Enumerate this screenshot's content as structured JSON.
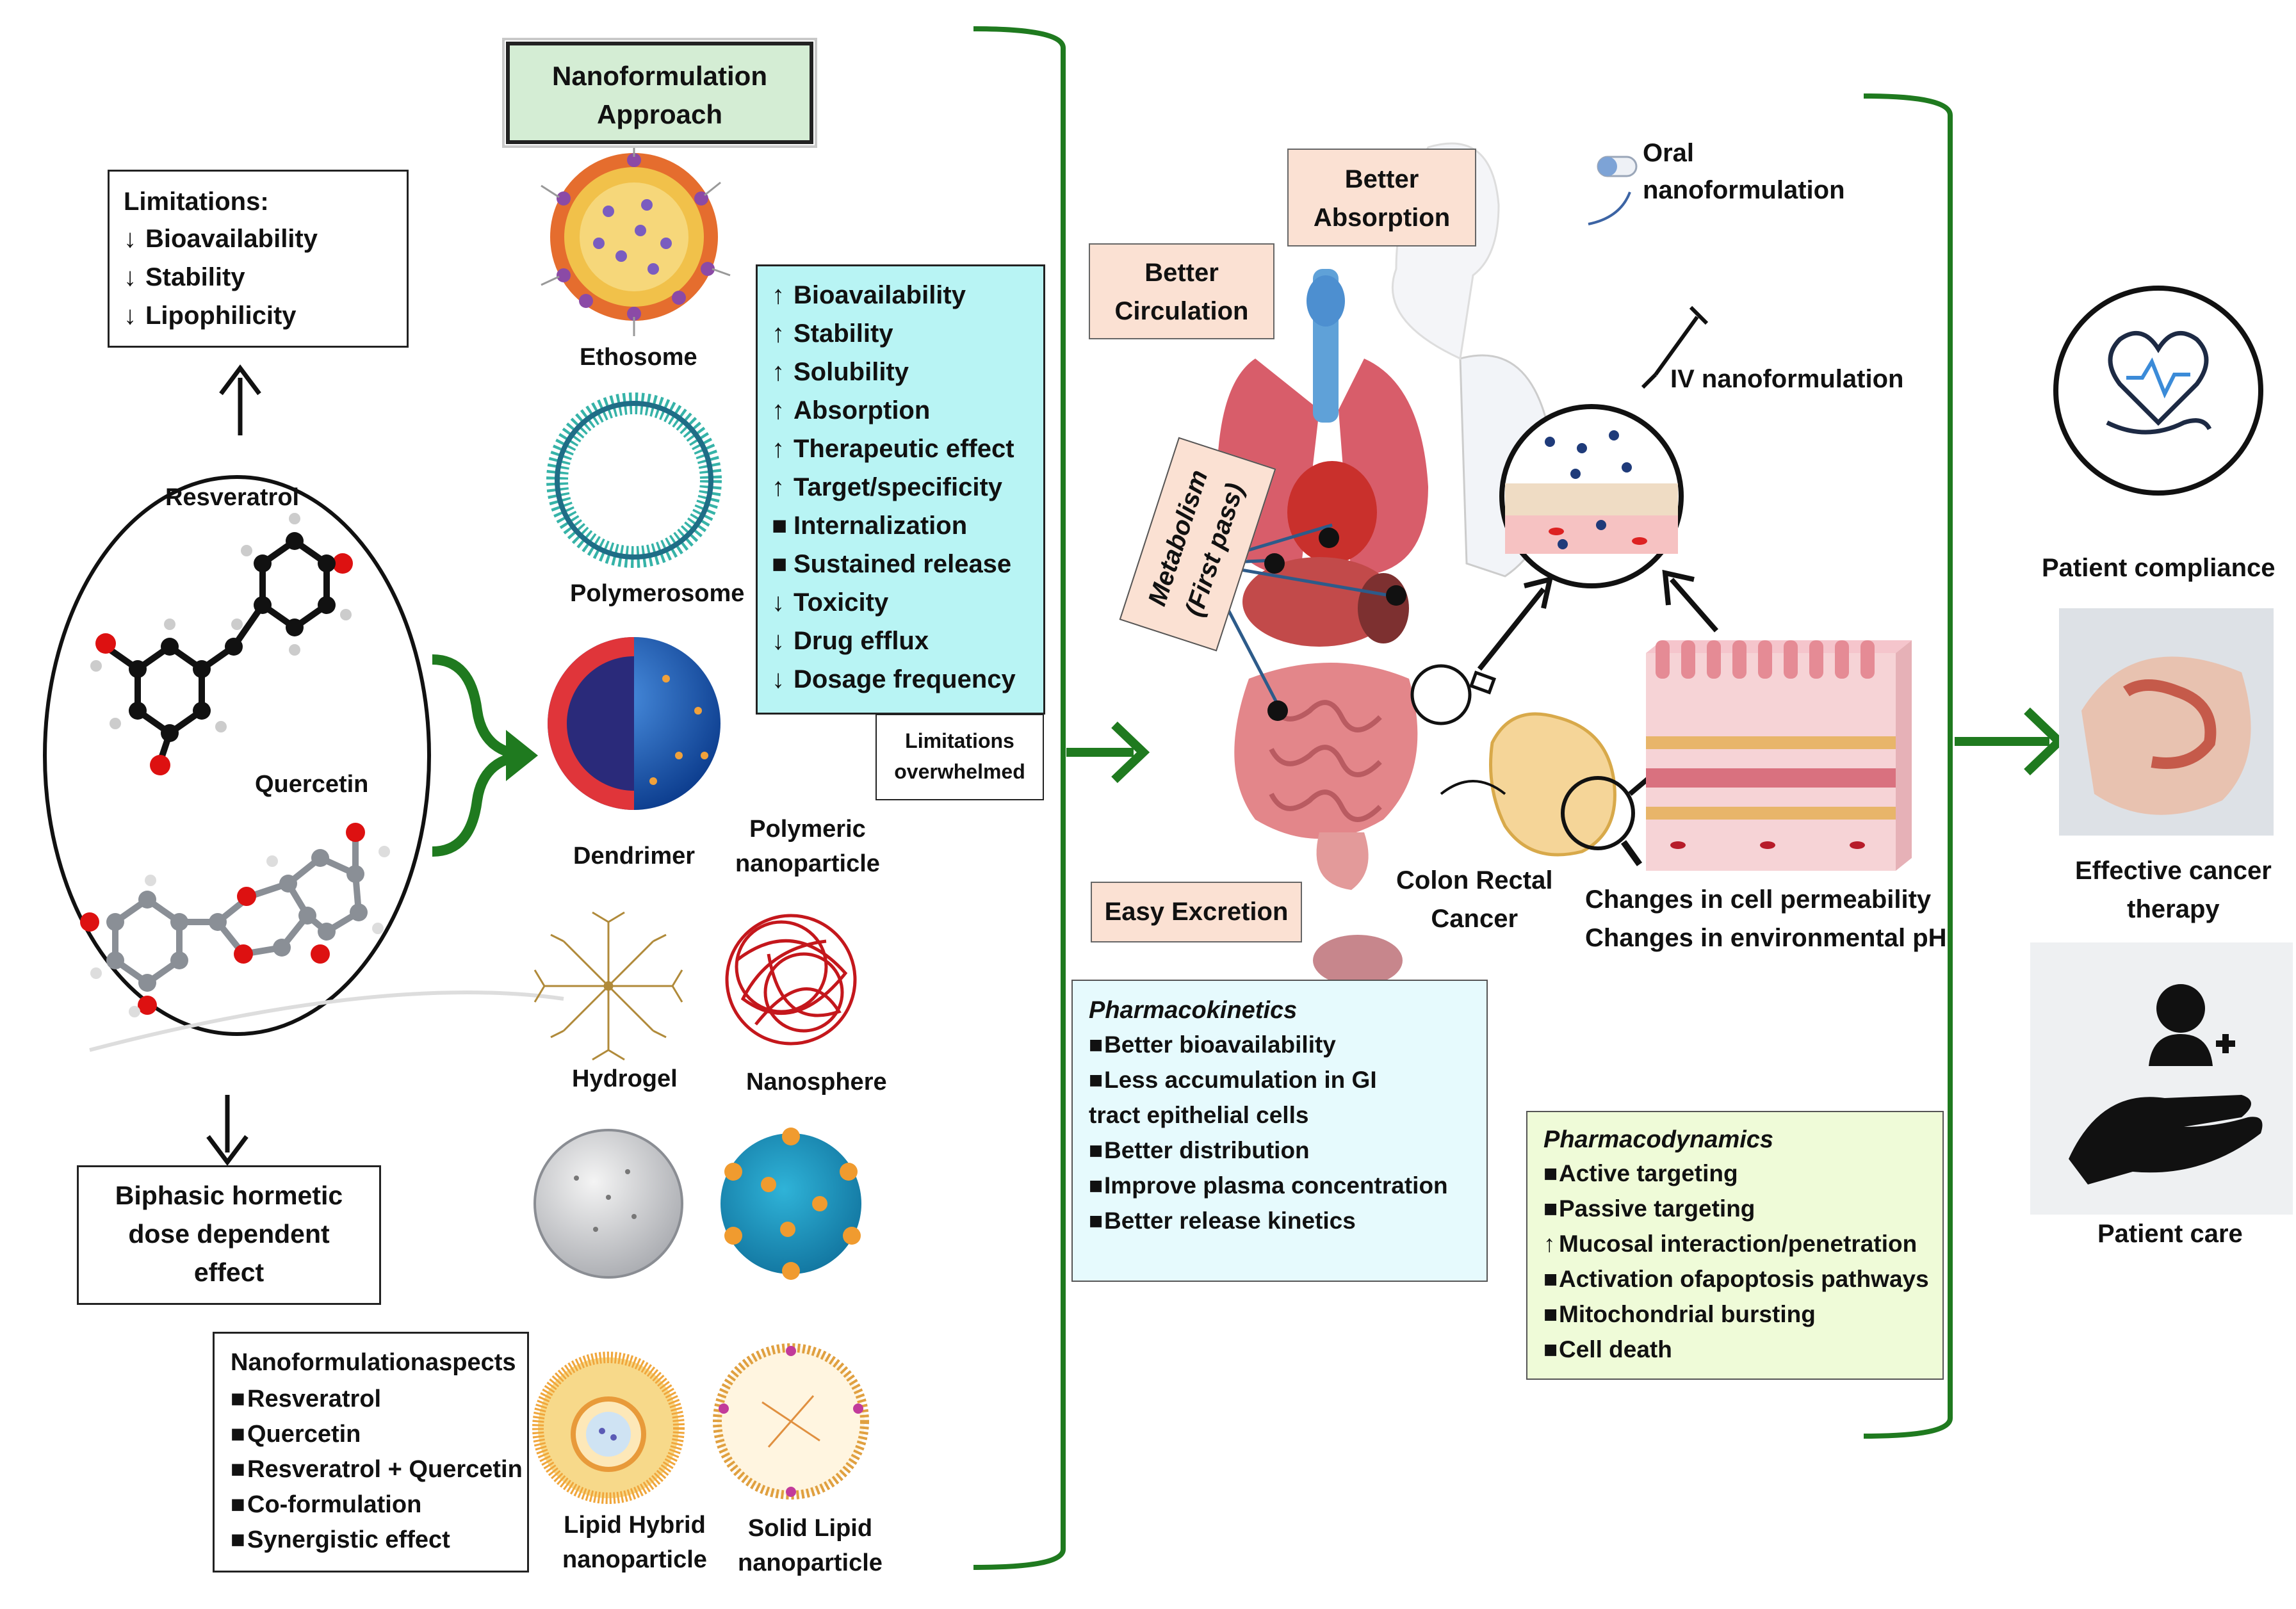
{
  "nano_header": "Nanoformulation\nApproach",
  "limitations": {
    "title": "Limitations:",
    "items": [
      "Bioavailability",
      "Stability",
      "Lipophilicity"
    ],
    "marker": "↓"
  },
  "compounds": {
    "resveratrol": "Resveratrol",
    "quercetin": "Quercetin"
  },
  "biphasic": "Biphasic hormetic\ndose dependent\neffect",
  "nano_aspects": {
    "title": "Nanoformulationaspects",
    "items": [
      "Resveratrol",
      "Quercetin",
      "Resveratrol + Quercetin",
      "Co-formulation",
      "Synergistic effect"
    ],
    "marker": "■"
  },
  "particles": {
    "ethosome": "Ethosome",
    "polymerosome": "Polymerosome",
    "dendrimer": "Dendrimer",
    "polymeric_np": "Polymeric\nnanoparticle",
    "hydrogel": "Hydrogel",
    "nanosphere": "Nanosphere",
    "lipid_hybrid": "Lipid Hybrid\nnanoparticle",
    "solid_lipid": "Solid Lipid\nnanoparticle"
  },
  "benefits": [
    {
      "m": "↑",
      "t": "Bioavailability"
    },
    {
      "m": "↑",
      "t": "Stability"
    },
    {
      "m": "↑",
      "t": "Solubility"
    },
    {
      "m": "↑",
      "t": "Absorption"
    },
    {
      "m": "↑",
      "t": "Therapeutic effect"
    },
    {
      "m": "↑",
      "t": "Target/specificity"
    },
    {
      "m": "■",
      "t": "Internalization"
    },
    {
      "m": "■",
      "t": "Sustained  release"
    },
    {
      "m": "↓",
      "t": "Toxicity"
    },
    {
      "m": "↓",
      "t": "Drug efflux"
    },
    {
      "m": "↓",
      "t": "Dosage frequency"
    }
  ],
  "limitations_overwhelmed": "Limitations\noverwhelmed",
  "body": {
    "better_circulation": "Better\nCirculation",
    "better_absorption": "Better\nAbsorption",
    "oral": "Oral\nnanoformulation",
    "iv": "IV nanoformulation",
    "metabolism": "Metabolism\n(First pass)",
    "easy_excretion": "Easy Excretion",
    "colon": "Colon Rectal\nCancer",
    "changes": "Changes in cell permeability\nChanges in environmental  pH"
  },
  "pharmacokinetics": {
    "title": "Pharmacokinetics",
    "items": [
      "Better bioavailability",
      "Less accumulation in GI\n  tract epithelial cells",
      "Better distribution",
      "Improve plasma concentration",
      "Better release kinetics"
    ]
  },
  "pharmacodynamics": {
    "title": "Pharmacodynamics",
    "items": [
      {
        "m": "■",
        "t": "Active targeting"
      },
      {
        "m": "■",
        "t": "Passive targeting"
      },
      {
        "m": "↑",
        "t": "Mucosal interaction/penetration"
      },
      {
        "m": "■",
        "t": "Activation ofapoptosis pathways"
      },
      {
        "m": "■",
        "t": "Mitochondrial bursting"
      },
      {
        "m": "■",
        "t": "Cell death"
      }
    ]
  },
  "outcomes": {
    "compliance": "Patient compliance",
    "therapy": "Effective cancer\ntherapy",
    "care": "Patient care"
  },
  "colors": {
    "green_arrow": "#1f7a1f",
    "nano_header_bg": "#d4edd4",
    "benefits_bg": "#b8f4f4",
    "body_label_bg": "#fbe1d3",
    "pk_bg": "#e6fafd",
    "pd_bg": "#effbd8"
  }
}
